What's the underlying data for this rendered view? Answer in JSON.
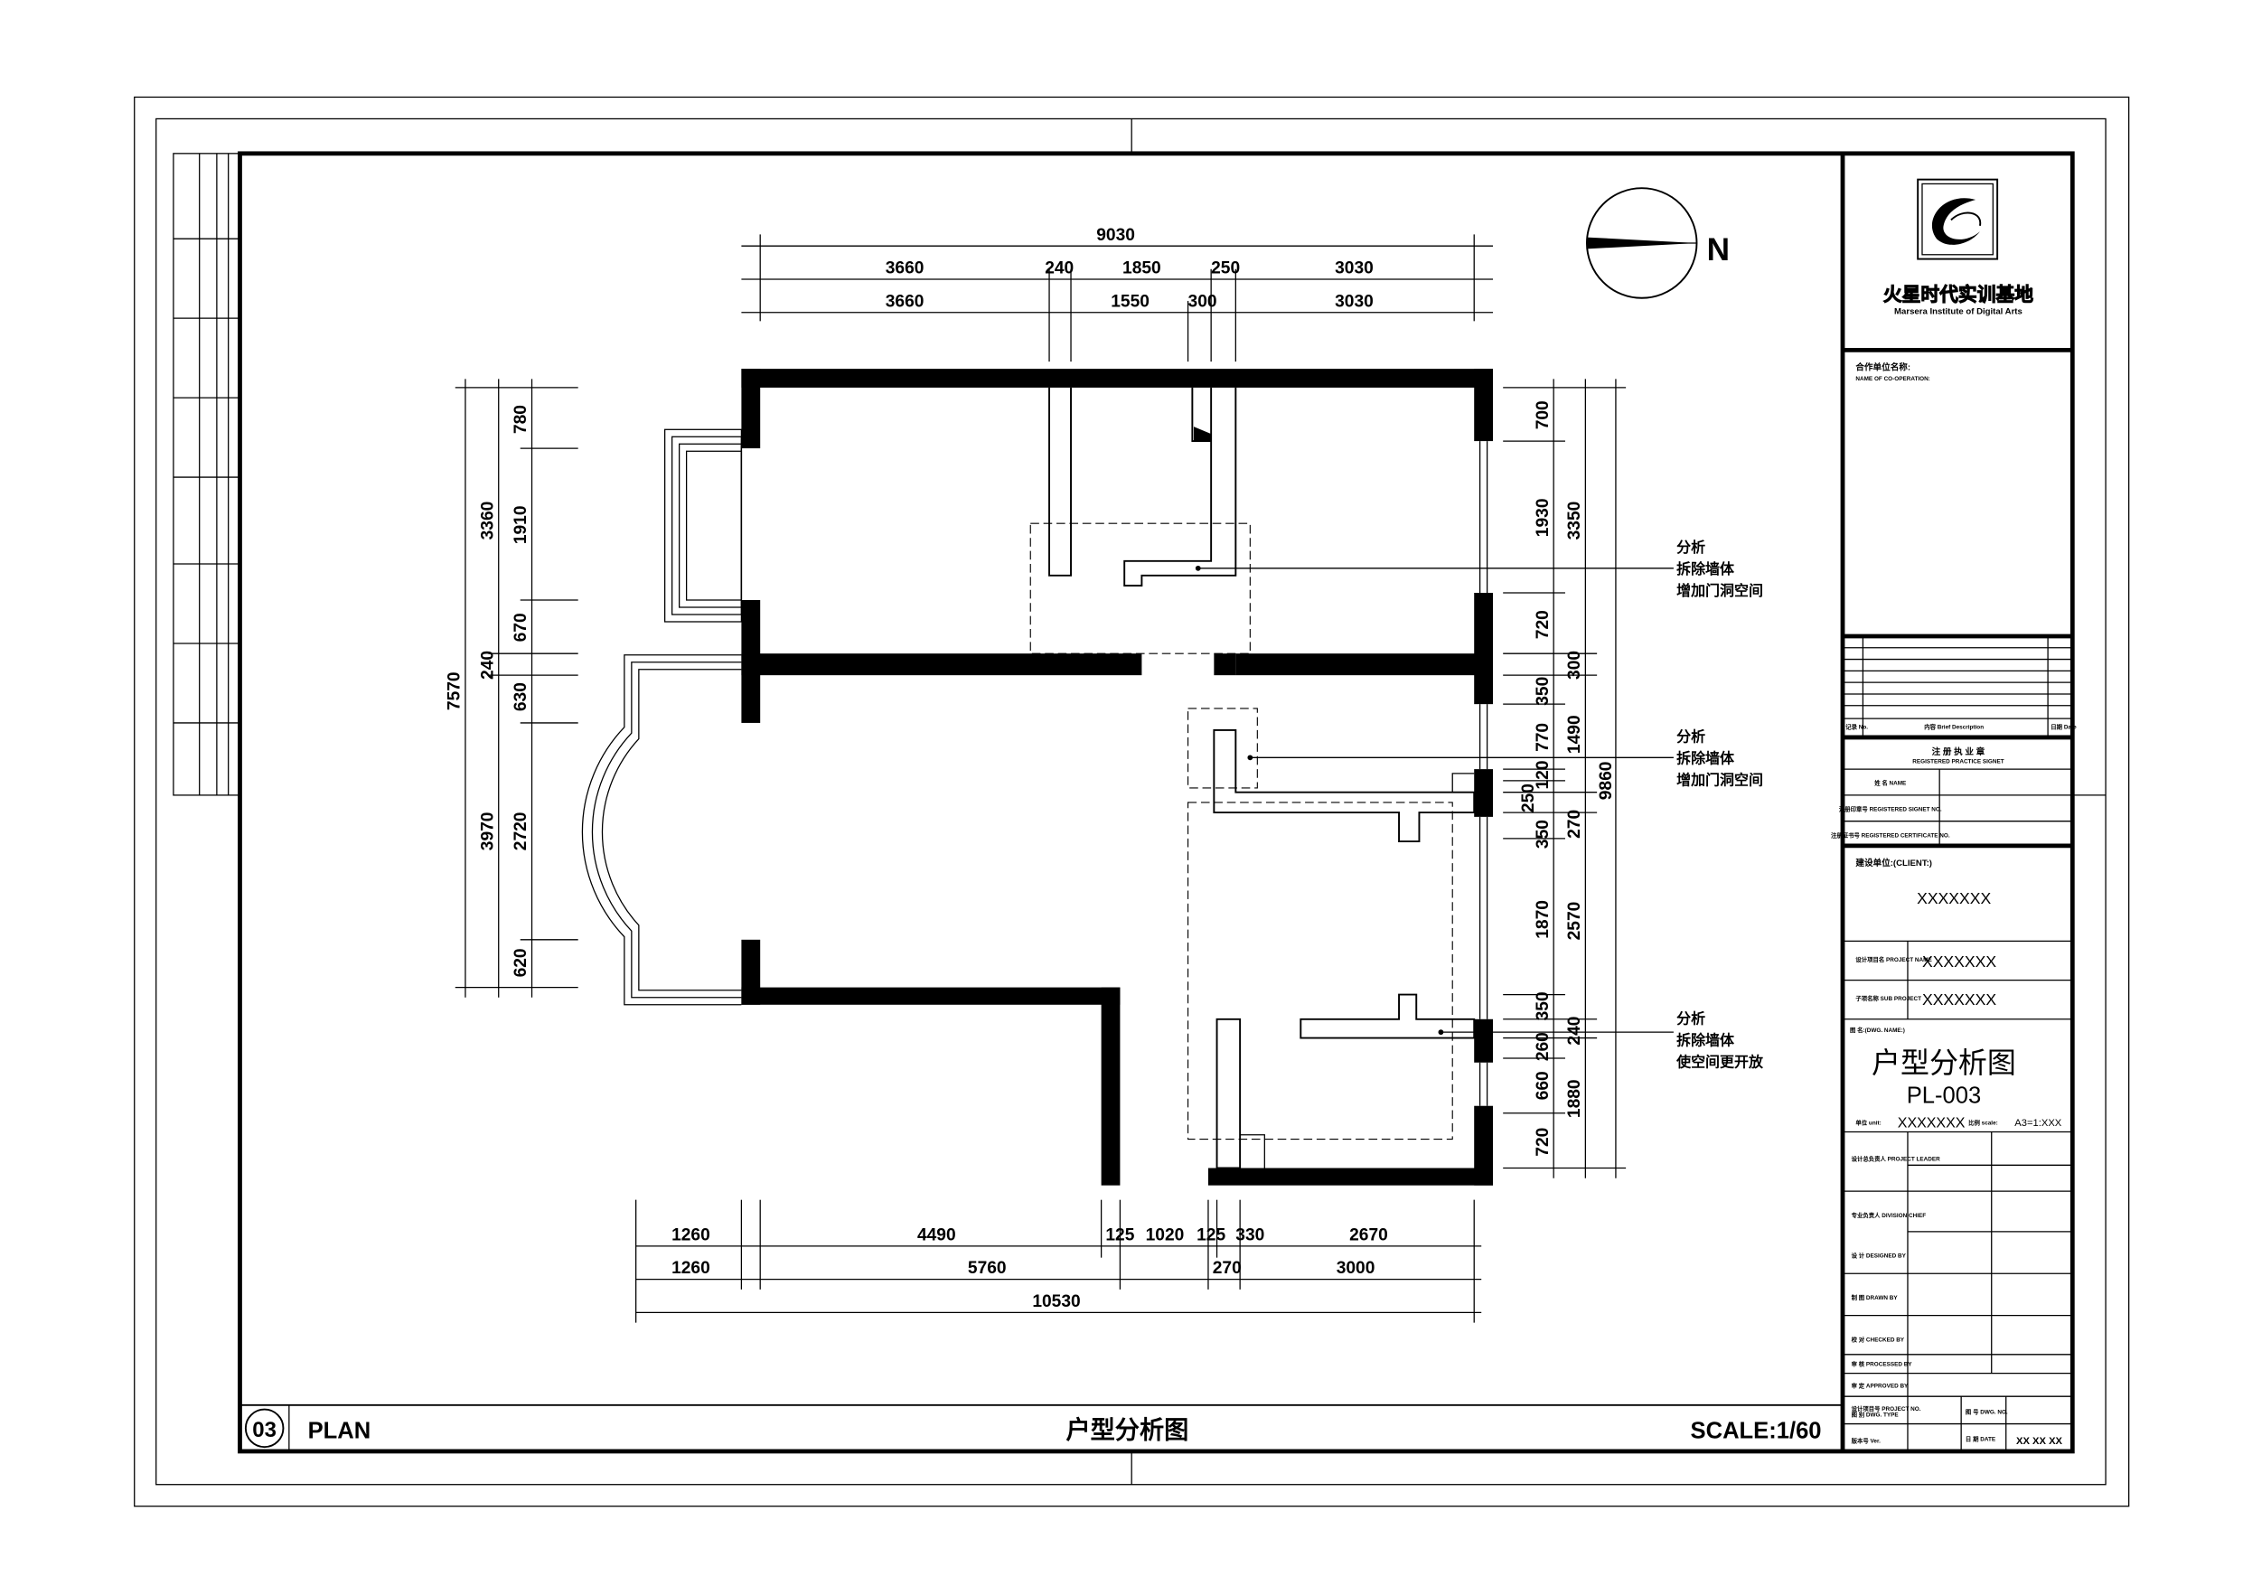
{
  "sheet": {
    "drawing_number": "03",
    "view_label": "PLAN",
    "title": "户型分析图",
    "scale": "SCALE:1/60"
  },
  "north": {
    "label": "N"
  },
  "dimensions": {
    "top_total": "9030",
    "top_row1": [
      "3660",
      "240",
      "1850",
      "250",
      "3030"
    ],
    "top_row2": [
      "3660",
      "1550",
      "300",
      "3030"
    ],
    "left_total": "7570",
    "left_mid": [
      "3360",
      "240",
      "3970"
    ],
    "left_inner": [
      "780",
      "1910",
      "670",
      "630",
      "2720",
      "620"
    ],
    "right_inner": [
      "700",
      "1930",
      "720",
      "350",
      "770",
      "120",
      "250",
      "350",
      "1870",
      "350",
      "260",
      "660",
      "720"
    ],
    "right_mid": [
      "3350",
      "300",
      "1490",
      "270",
      "2570",
      "240",
      "1880"
    ],
    "right_total": "9860",
    "bottom_row1": [
      "1260",
      "4490",
      "125",
      "1020",
      "125",
      "330",
      "2670"
    ],
    "bottom_row2": [
      "1260",
      "5760",
      "270",
      "3000"
    ],
    "bottom_total": "10530"
  },
  "annotations": [
    {
      "lines": [
        "分析",
        "拆除墙体",
        "增加门洞空间"
      ]
    },
    {
      "lines": [
        "分析",
        "拆除墙体",
        "增加门洞空间"
      ]
    },
    {
      "lines": [
        "分析",
        "拆除墙体",
        "使空间更开放"
      ]
    }
  ],
  "title_block": {
    "company_cn": "火星时代实训基地",
    "company_en": "Marsera Institute of Digital Arts",
    "cooperation_label": "合作单位名称:",
    "cooperation_label_en": "NAME OF CO-OPERATION:",
    "revision_no_label": "记录 No.",
    "revision_desc_label": "内容 Brief Description",
    "revision_date_label": "日期 Date",
    "seal_title": "注 册 执 业 章",
    "seal_title_en": "REGISTERED PRACTICE SIGNET",
    "seal_rows": [
      "姓 名 NAME",
      "注册印章号 REGISTERED SIGNET NO.",
      "注册证书号 REGISTERED CERTIFICATE NO."
    ],
    "client_label": "建设单位:(CLIENT:)",
    "client_value": "XXXXXXX",
    "project_name_label": "设计项目名 PROJECT NAME",
    "project_name_value": "XXXXXXX",
    "sub_project_label": "子项名称 SUB PROJECT",
    "sub_project_value": "XXXXXXX",
    "drawing_name_label": "图 名:(DWG. NAME:)",
    "drawing_name": "户型分析图",
    "drawing_code": "PL-003",
    "unit_label": "单位 unit:",
    "unit_value": "XXXXXXX",
    "scale_label": "比例 scale:",
    "scale_value": "A3=1:XXX",
    "sign_rows": [
      "设计总负责人 PROJECT LEADER",
      "专业负责人 DIVISION CHIEF",
      "设 计 DESIGNED BY",
      "制 图 DRAWN BY",
      "校 对 CHECKED BY",
      "审 核 PROCESSED BY",
      "审 定 APPROVED BY",
      "设计项目号 PROJECT NO."
    ],
    "dwg_type_label": "图 别 DWG. TYPE",
    "dwg_no_label": "图 号 DWG. NO.",
    "version_label": "版本号 Ver.",
    "date_label": "日 期 DATE",
    "date_value": "XX XX XX"
  }
}
